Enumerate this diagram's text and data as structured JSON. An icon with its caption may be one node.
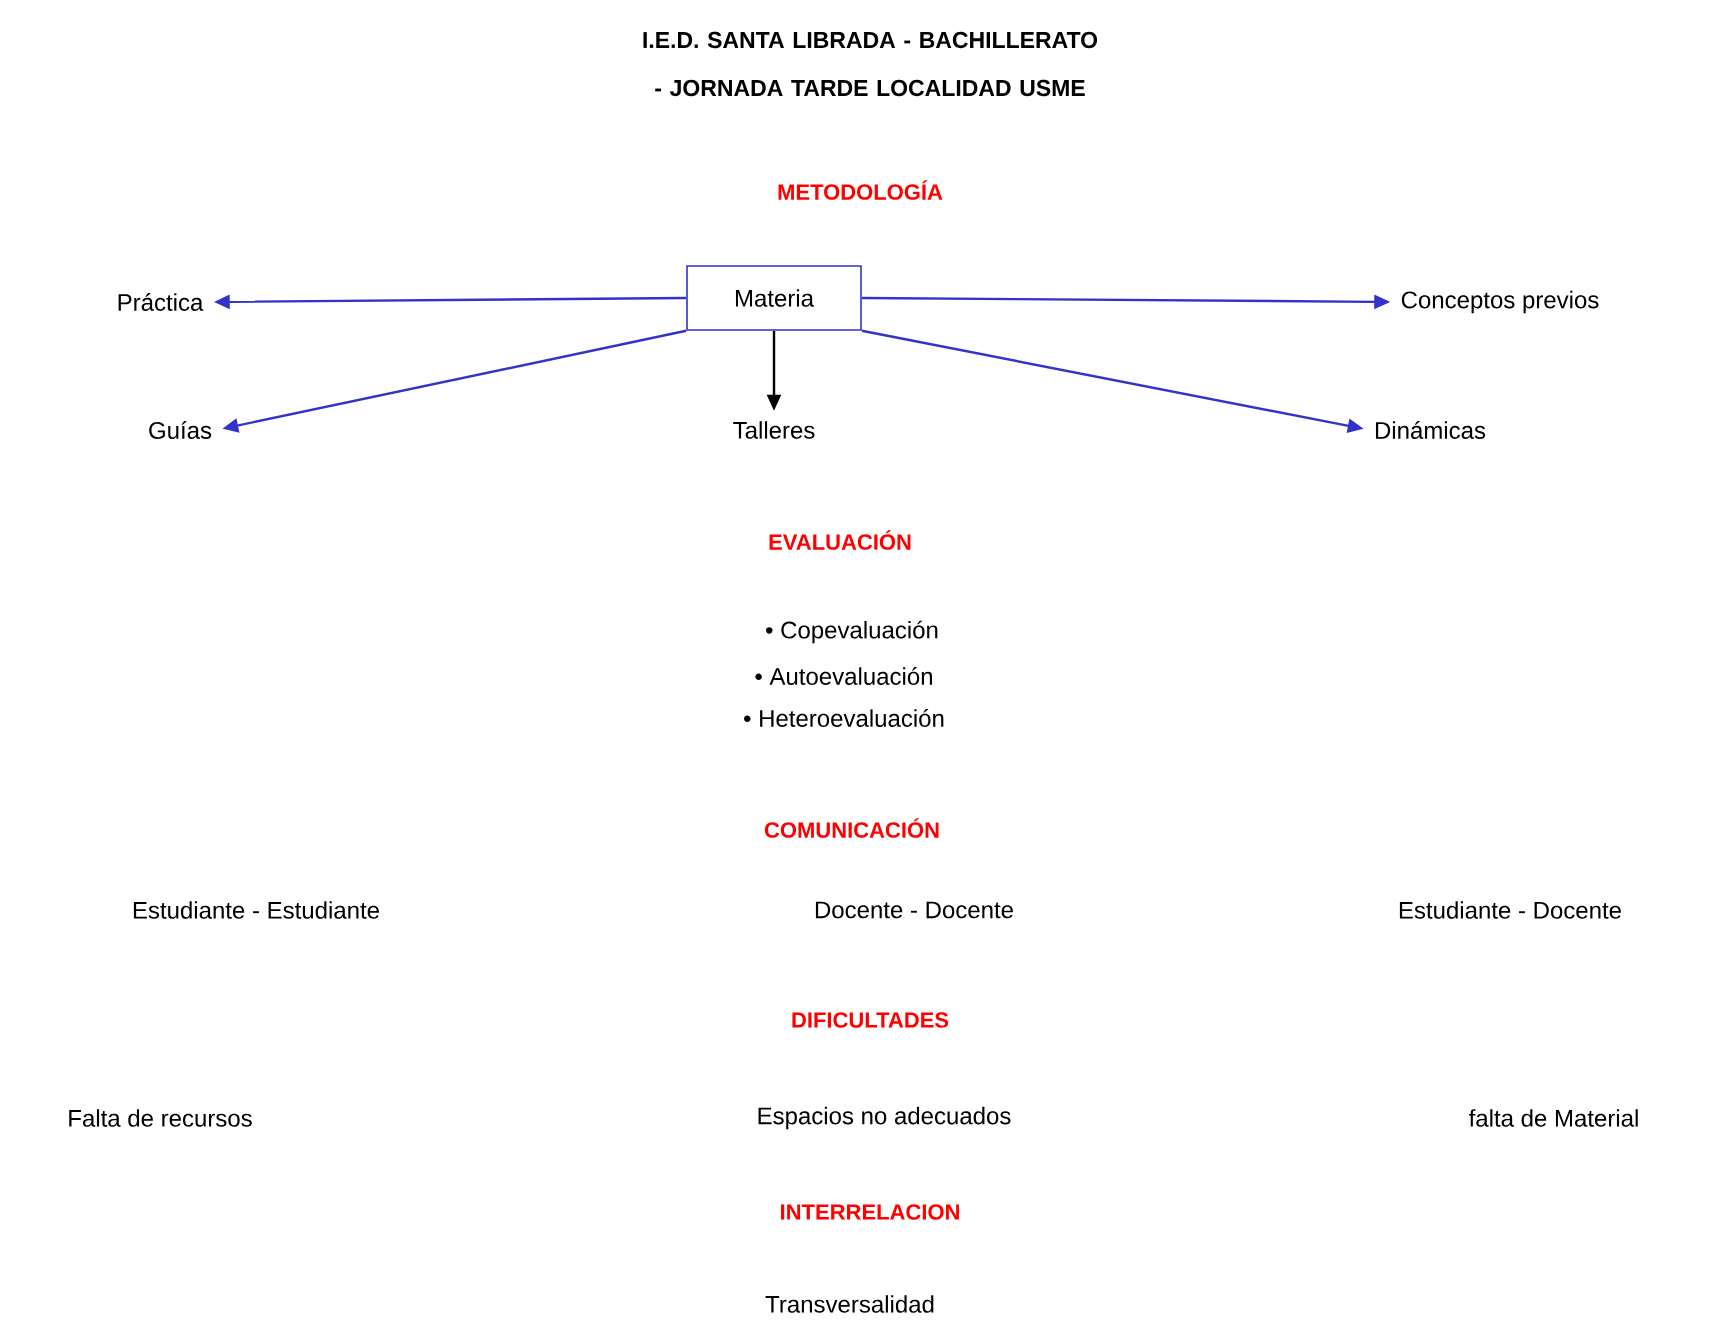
{
  "diagram": {
    "title": "I.E.D. SANTA LIBRADA - BACHILLERATO - JORNADA TARDE LOCALIDAD USME",
    "nodes": [
      {
        "text": [
          "Materia"
        ]
      },
      {
        "text": [
          "Práctica"
        ]
      },
      {
        "text": [
          "Conceptos previos"
        ]
      },
      {
        "text": [
          "Guías"
        ]
      },
      {
        "text": [
          "Talleres"
        ]
      },
      {
        "text": [
          "Dinámicas"
        ]
      }
    ],
    "edges": [
      {
        "from": 0,
        "to": 1,
        "arrow": "to"
      },
      {
        "from": 0,
        "to": 2,
        "arrow": "to"
      },
      {
        "from": 0,
        "to": 3,
        "arrow": "to"
      },
      {
        "from": 0,
        "to": 4,
        "arrow": "to",
        "color": "#000000"
      },
      {
        "from": 0,
        "to": 5,
        "arrow": "to"
      }
    ],
    "labels": [
      "METODOLOGÍA",
      "EVALUACIÓN",
      "• Copevaluación",
      "• Autoevaluación",
      "• Heteroevaluación",
      "COMUNICACIÓN",
      "Estudiante - Estudiante",
      "Docente - Docente",
      "Estudiante - Docente",
      "DIFICULTADES",
      "Falta de recursos",
      "Espacios no adecuados",
      "falta de Material",
      "INTERRELACION",
      "Transversalidad"
    ]
  }
}
